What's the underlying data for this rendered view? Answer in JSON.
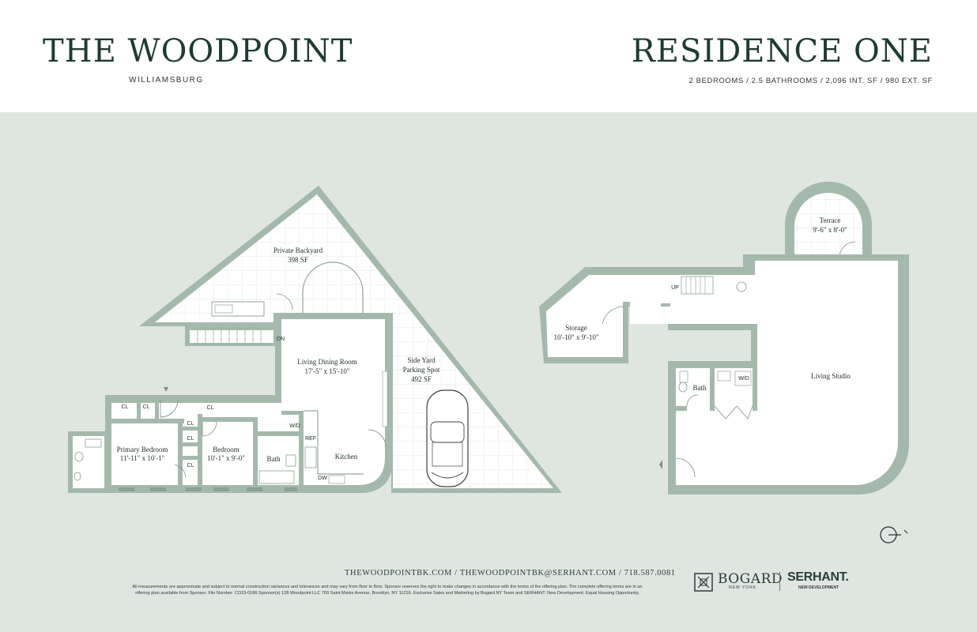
{
  "header": {
    "brand_title": "THE WOODPOINT",
    "brand_location": "WILLIAMSBURG",
    "residence_title": "RESIDENCE ONE",
    "residence_specs": "2 BEDROOMS  /  2.5 BATHROOMS  /  2,096 INT. SF  /  980 EXT. SF"
  },
  "lower_level": {
    "private_backyard": "Private Backyard",
    "private_backyard_area": "398 SF",
    "living_dining": "Living Dining Room",
    "living_dining_dims": "17'-5\" x 15'-10\"",
    "side_yard": "Side Yard",
    "parking_spot": "Parking Spot",
    "parking_area": "492 SF",
    "kitchen": "Kitchen",
    "primary_bedroom": "Primary Bedroom",
    "primary_bedroom_dims": "11'-11\" x 10'-1\"",
    "bedroom": "Bedroom",
    "bedroom_dims": "10'-1\" x 9'-0\"",
    "bath": "Bath",
    "dn": "DN",
    "cl": "CL",
    "wd": "W/D",
    "ref": "REF",
    "dw": "DW"
  },
  "upper_level": {
    "terrace": "Terrace",
    "terrace_dims": "9'-6\" x 8'-0\"",
    "storage": "Storage",
    "storage_dims": "10'-10\" x 9'-10\"",
    "up": "UP",
    "living_studio": "Living Studio",
    "bath": "Bath",
    "wd": "W/D"
  },
  "footer": {
    "contact": "THEWOODPOINTBK.COM  /  THEWOODPOINTBK@SERHANT.COM  /  718.587.0081",
    "disclaimer": "All measurements are approximate and subject to normal construction variances and tolerances and may vary from floor to floor. Sponsor reserves the right to make changes in accordance with the terms of the offering plan. The complete offering terms are in an offering plan available from Sponsor. File Number: CD23-0186 Sponsor(s) 128 Woodpoint LLC 700 Saint Marks Avenue, Brooklyn, NY 11216. Exclusive Sales and Marketing by Bogard NY Team and SERHANT. New Development. Equal Housing Opportunity.",
    "bogard": "BOGARD",
    "bogard_sub": "NEW YORK",
    "serhant": "SERHANT.",
    "serhant_sub": "NEW DEVELOPMENT"
  },
  "colors": {
    "background": "#dfe6e2",
    "wall": "#a3b9ac",
    "text": "#1f3a33"
  }
}
